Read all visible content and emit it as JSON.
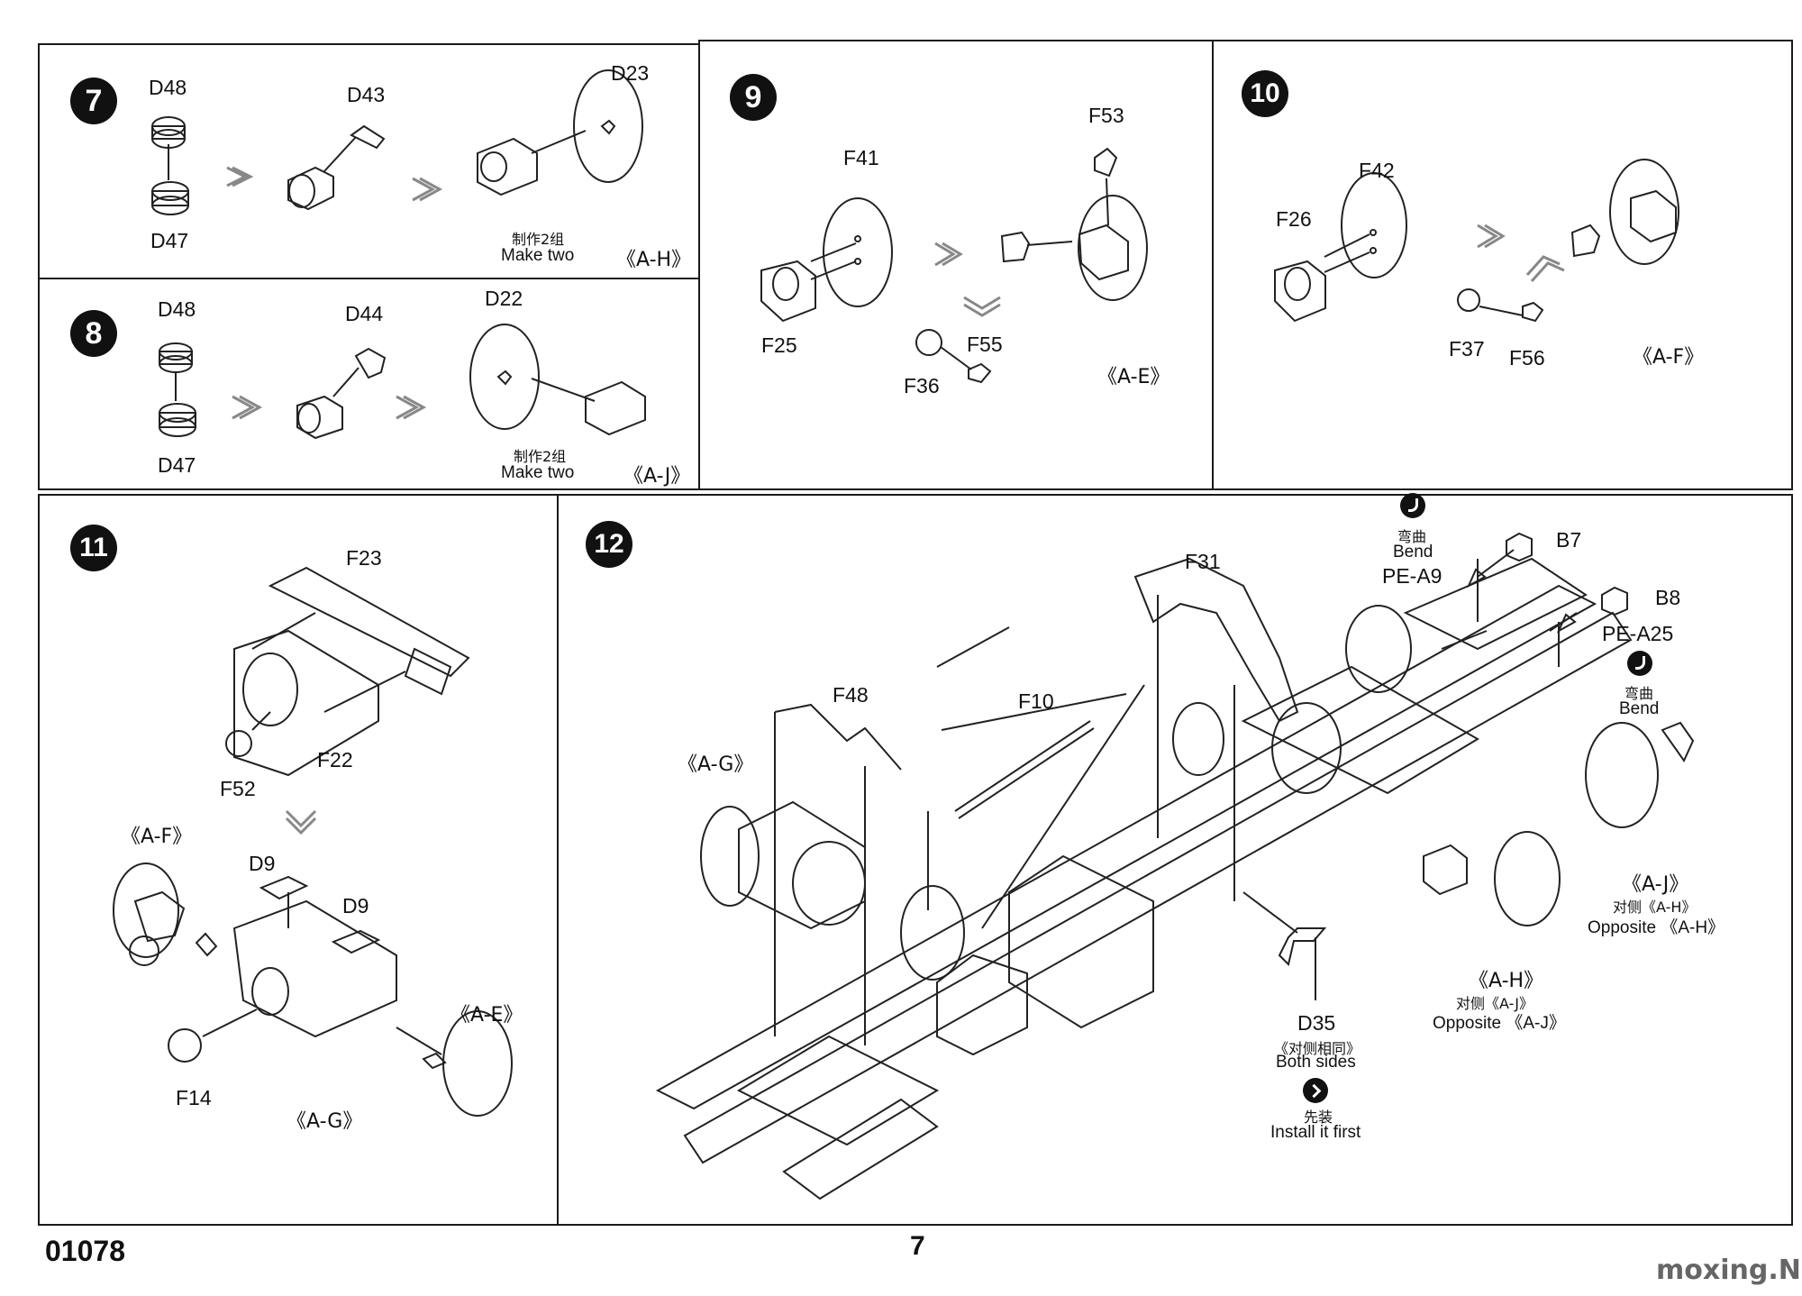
{
  "footer": {
    "code": "01078",
    "page": "7",
    "watermark": "moxing.NET"
  },
  "steps": {
    "s7": {
      "number": "7",
      "parts": [
        "D48",
        "D43",
        "D23",
        "D47"
      ],
      "note_cn": "制作2组",
      "note_en": "Make two",
      "ref": "《A-H》"
    },
    "s8": {
      "number": "8",
      "parts": [
        "D48",
        "D44",
        "D22",
        "D47"
      ],
      "note_cn": "制作2组",
      "note_en": "Make two",
      "ref": "《A-J》"
    },
    "s9": {
      "number": "9",
      "parts": [
        "F53",
        "F41",
        "F25",
        "F55",
        "F36"
      ],
      "ref": "《A-E》"
    },
    "s10": {
      "number": "10",
      "parts": [
        "F42",
        "F26",
        "F37",
        "F56"
      ],
      "ref": "《A-F》"
    },
    "s11": {
      "number": "11",
      "parts": [
        "F23",
        "F22",
        "F52",
        "D9",
        "D9",
        "F14"
      ],
      "ref_af": "《A-F》",
      "ref_ae": "《A-E》",
      "ref_ag": "《A-G》"
    },
    "s12": {
      "number": "12",
      "parts": [
        "F31",
        "F48",
        "F10",
        "B7",
        "PE-A9",
        "B8",
        "PE-A25",
        "D35"
      ],
      "ref_ag": "《A-G》",
      "bend1_cn": "弯曲",
      "bend1_en": "Bend",
      "bend2_cn": "弯曲",
      "bend2_en": "Bend",
      "aj_ref": "《A-J》",
      "aj_opp_cn": "对侧《A-H》",
      "aj_opp_en": "Opposite 《A-H》",
      "ah_ref": "《A-H》",
      "ah_opp_cn": "对侧《A-J》",
      "ah_opp_en": "Opposite 《A-J》",
      "d35_cn": "《对侧相同》",
      "d35_en": "Both sides",
      "first_cn": "先装",
      "first_en": "Install it first"
    }
  },
  "icons": [
    "bend-icon",
    "install-first-icon",
    "assembly-arrow-icon"
  ]
}
